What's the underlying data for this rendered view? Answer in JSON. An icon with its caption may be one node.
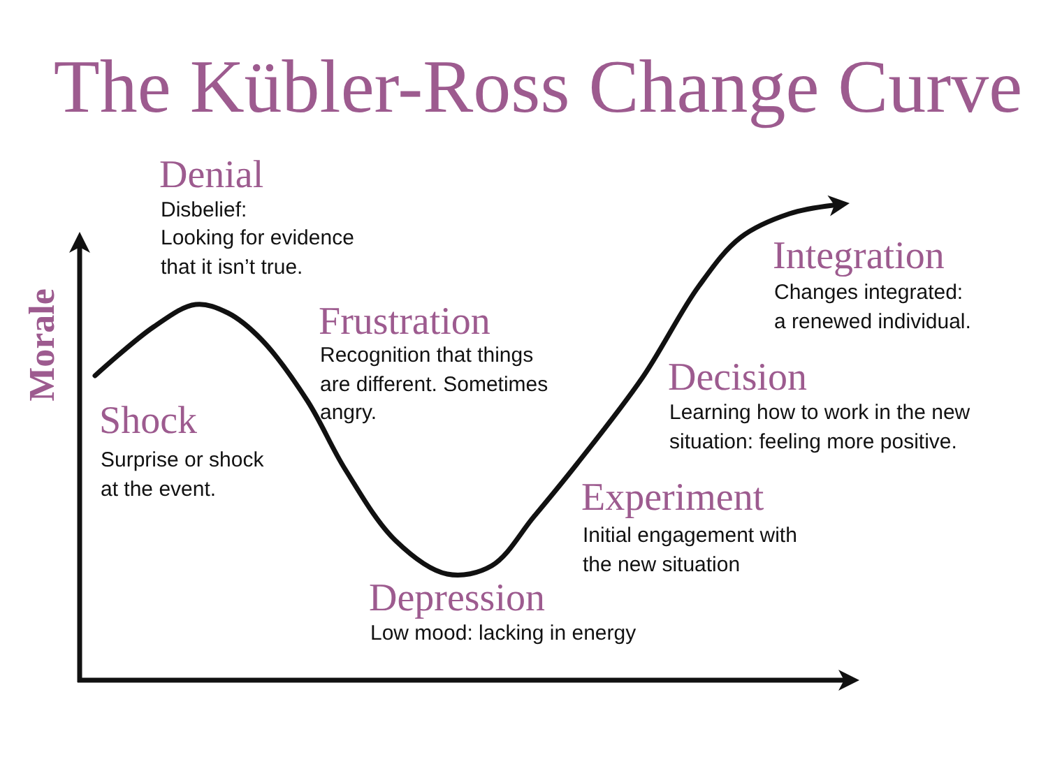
{
  "diagram": {
    "title": "The Kübler-Ross Change Curve",
    "labels": [
      "Denial",
      "Disbelief:",
      "Looking for evidence that it isn’t true.",
      "Integration",
      "Changes integrated: a renewed individual.",
      "Frustration",
      "Recognition that things are different. Sometimes angry.",
      "Morale",
      "Decision",
      "Learning how to work in the new situation: feeling more positive.",
      "Shock",
      "Surprise or shock at the event.",
      "Experiment",
      "Initial engagement with the new situation",
      "Depression",
      "Low mood: lacking in energy"
    ]
  }
}
